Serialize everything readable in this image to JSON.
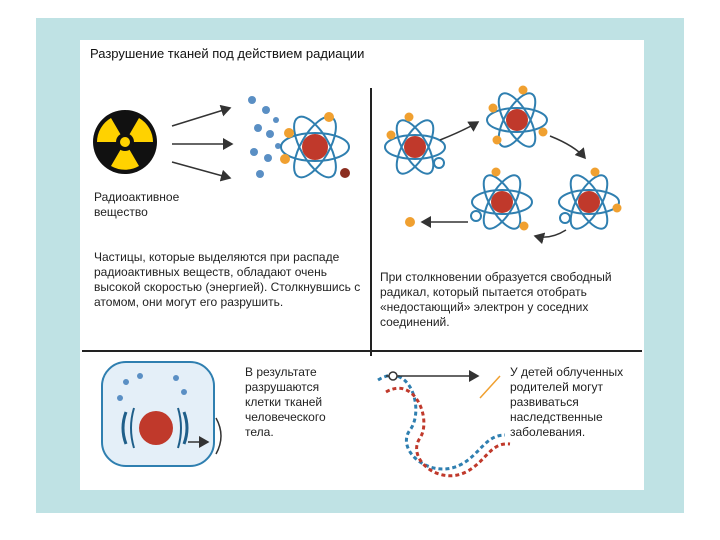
{
  "title": "Разрушение тканей под действием радиации",
  "source_label": "Радиоактивное вещество",
  "particles_text": "Частицы, которые выделяются при распаде радиоактивных веществ, обладают очень высокой скоростью (энергией). Столкнувшись с атомом, они могут его разрушить.",
  "radical_text": "При столкновении образуется свободный радикал, который пытается отобрать «недостающий» электрон у соседних соединений.",
  "cells_text": "В результате разрушаются клетки тканей человеческого тела.",
  "children_text": "У детей облученных родителей могут развиваться наследственные заболевания.",
  "colors": {
    "frame": "#bfe2e4",
    "nucleus": "#c0392b",
    "orbit": "#2f7fb0",
    "electron": "#f0a030",
    "particle": "#5a8fc4",
    "hazard_yellow": "#ffd200"
  }
}
